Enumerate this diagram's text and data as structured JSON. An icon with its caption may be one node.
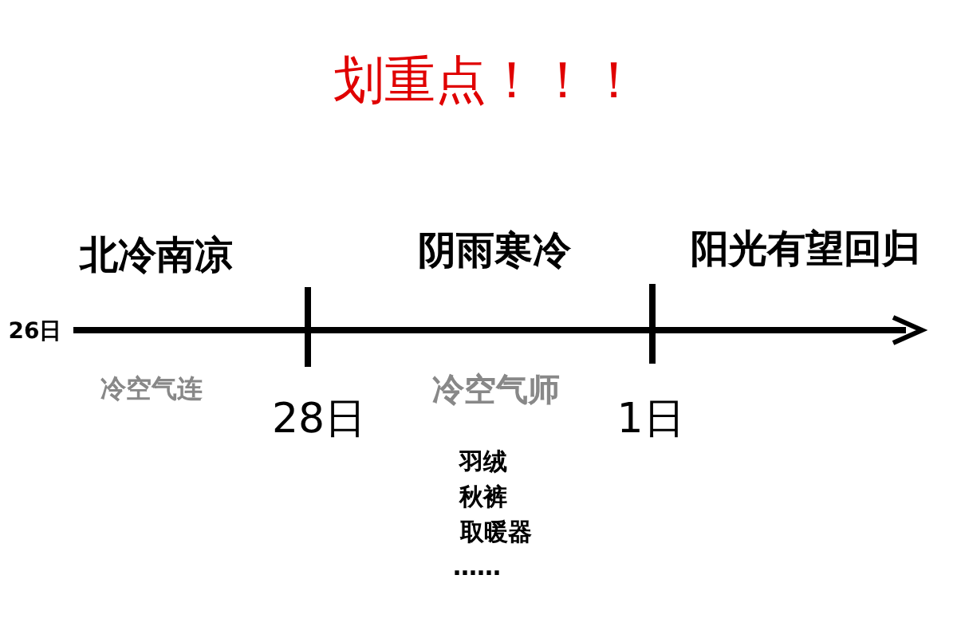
{
  "diagram": {
    "title": "划重点！！！",
    "labels": [
      "北冷南凉",
      "阴雨寒冷",
      "阳光有望回归",
      "26日",
      "冷空气连",
      "28日",
      "冷空气师",
      "1日",
      "羽绒",
      "秋裤",
      "取暖器",
      "……"
    ]
  }
}
